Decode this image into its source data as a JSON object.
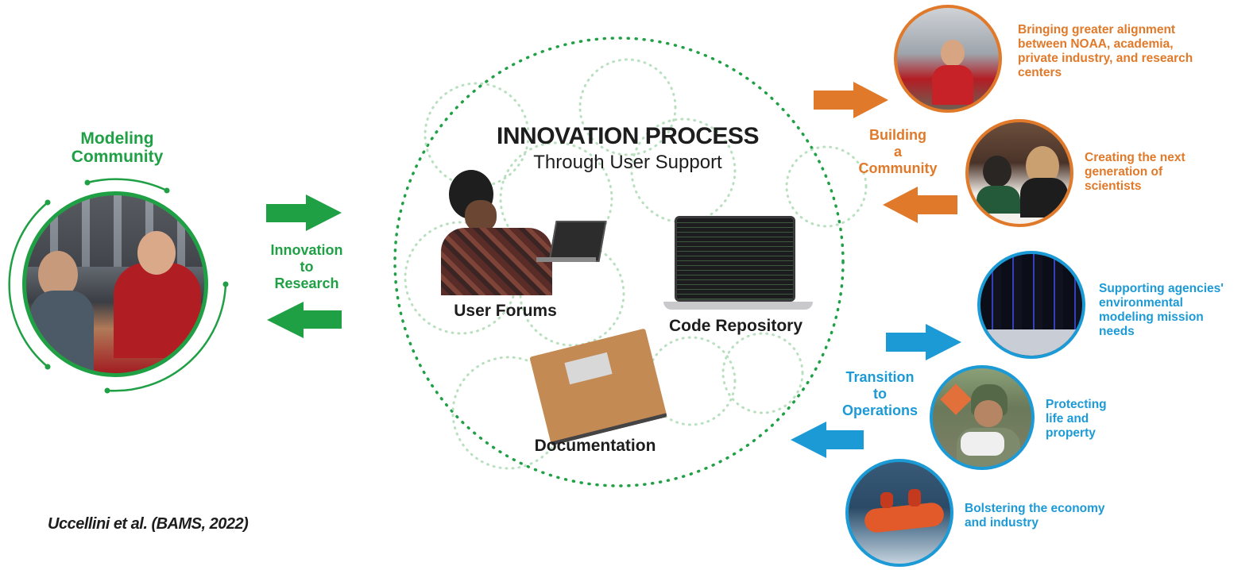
{
  "left": {
    "community_title": "Modeling\nCommunity",
    "innovation_label": "Innovation\nto\nResearch"
  },
  "center": {
    "title": "INNOVATION PROCESS",
    "subtitle": "Through User Support",
    "user_forums": "User Forums",
    "code_repository": "Code Repository",
    "documentation": "Documentation"
  },
  "right_orange": {
    "label": "Building\na\nCommunity",
    "items": [
      "Bringing greater alignment\nbetween NOAA, academia,\nprivate industry, and research\ncenters",
      "Creating the next\ngeneration of\nscientists"
    ]
  },
  "right_blue": {
    "label": "Transition\nto\nOperations",
    "items": [
      "Supporting agencies'\nenvironmental\nmodeling mission\nneeds",
      "Protecting\nlife and\nproperty",
      "Bolstering the economy\nand industry"
    ]
  },
  "citation": "Uccellini et al. (BAMS, 2022)",
  "colors": {
    "green": "#1fa045",
    "orange": "#e07a2a",
    "blue": "#1c9ad6",
    "dark": "#1d1d1d"
  }
}
